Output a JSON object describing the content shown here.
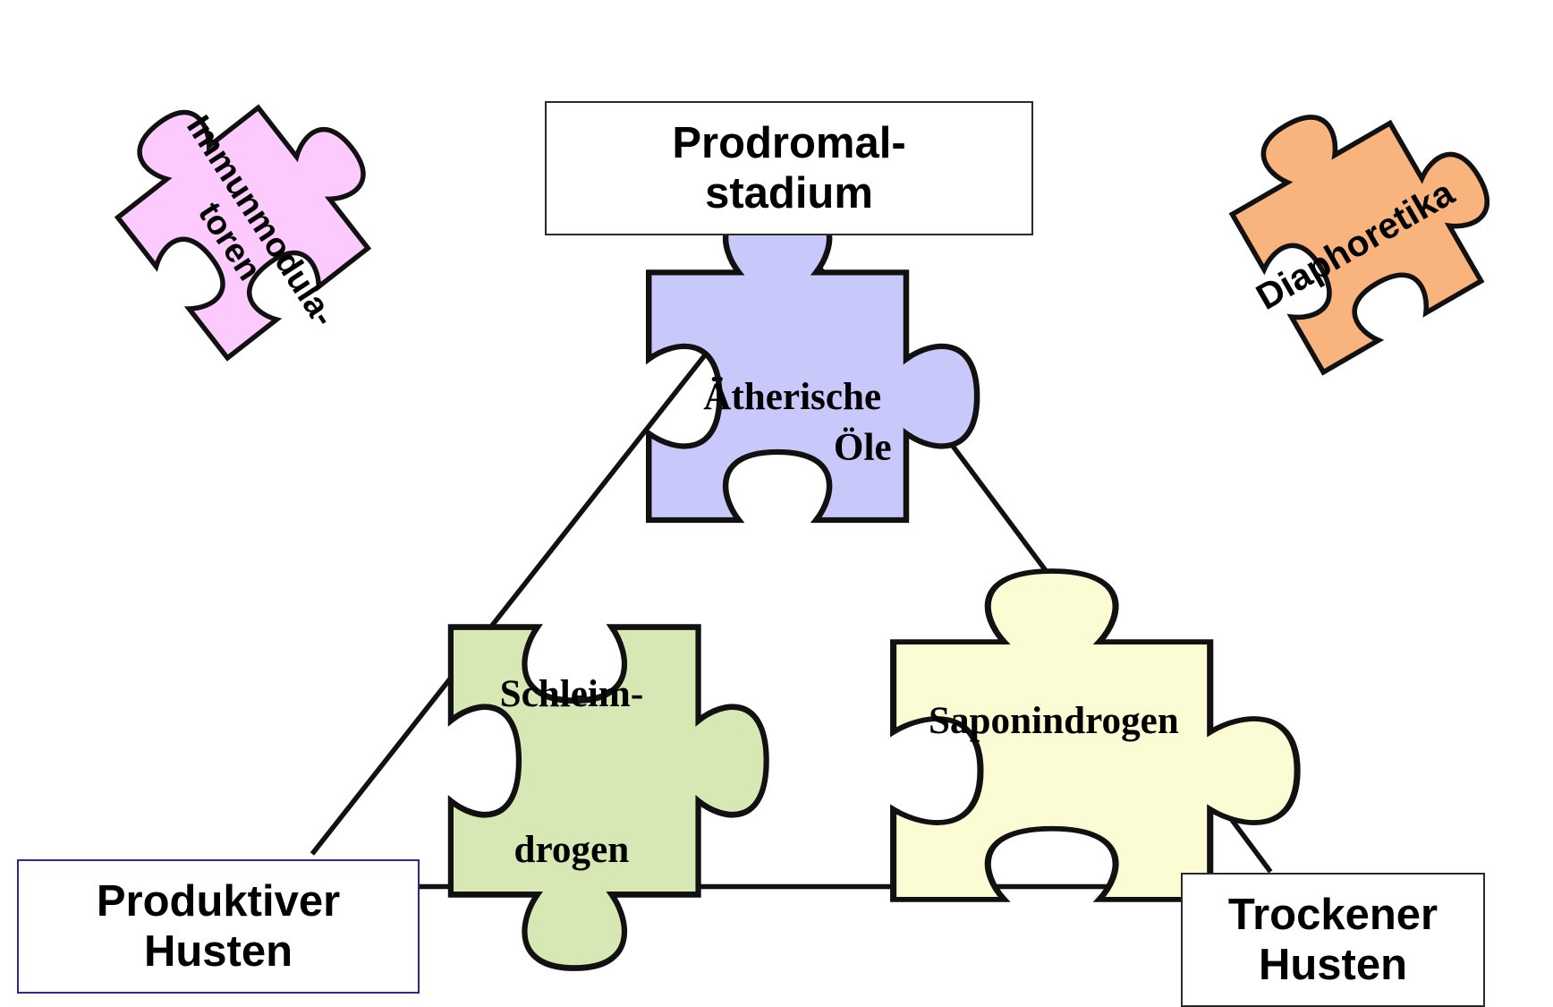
{
  "boxes": {
    "prodromal": {
      "line1": "Prodromal-",
      "line2": "stadium"
    },
    "produktiv": {
      "line1": "Produktiver",
      "line2": "Husten"
    },
    "trocken": {
      "line1": "Trockener",
      "line2": "Husten"
    }
  },
  "pieces": {
    "aetherisch": {
      "line1": "Ätherische",
      "line2": "Öle",
      "color": "#c8c8fa"
    },
    "schleim": {
      "line1": "Schleim-",
      "line2": "drogen",
      "color": "#d8e8b4"
    },
    "saponin": {
      "label": "Saponindrogen",
      "color": "#fcfcd4"
    },
    "immun": {
      "line1": "Immunmodula-",
      "line2": "toren",
      "color": "#fccafc"
    },
    "diaphor": {
      "label": "Diaphoretika",
      "color": "#f8b47c"
    }
  }
}
